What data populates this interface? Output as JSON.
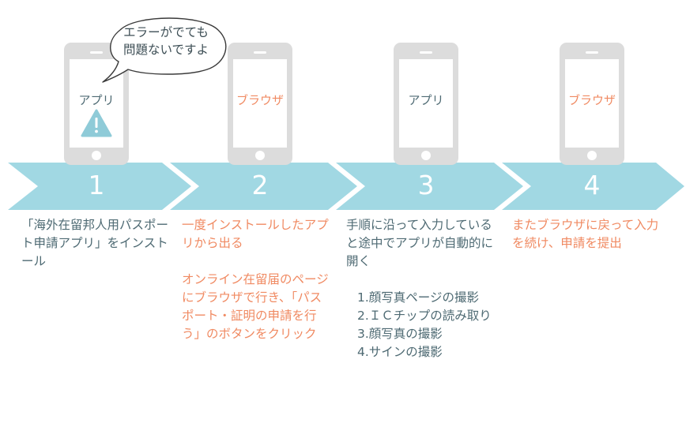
{
  "bubble": {
    "line1": "エラーがでても",
    "line2": "問題ないですよ"
  },
  "colors": {
    "arrow": "#a1d8e3",
    "phone_body": "#dcdcdc",
    "dark_text": "#4e6a73",
    "orange_text": "#f08a62",
    "warning": "#8fcbd8"
  },
  "steps": [
    {
      "number": "1",
      "phone_label": "アプリ",
      "paragraphs": [
        "「海外在留邦人用パスポート申請アプリ」をインストール"
      ]
    },
    {
      "number": "2",
      "phone_label": "ブラウザ",
      "paragraphs": [
        "一度インストールしたアプリから出る",
        "オンライン在留届のページにブラウザで行き、「パスポート・証明の申請を行う」のボタンをクリック"
      ]
    },
    {
      "number": "3",
      "phone_label": "アプリ",
      "paragraphs": [
        "手順に沿って入力していると途中でアプリが自動的に開く"
      ],
      "list": [
        "1.顔写真ページの撮影",
        "2.ＩＣチップの読み取り",
        "3.顔写真の撮影",
        "4.サインの撮影"
      ]
    },
    {
      "number": "4",
      "phone_label": "ブラウザ",
      "paragraphs": [
        "またブラウザに戻って入力を続け、申請を提出"
      ]
    }
  ]
}
